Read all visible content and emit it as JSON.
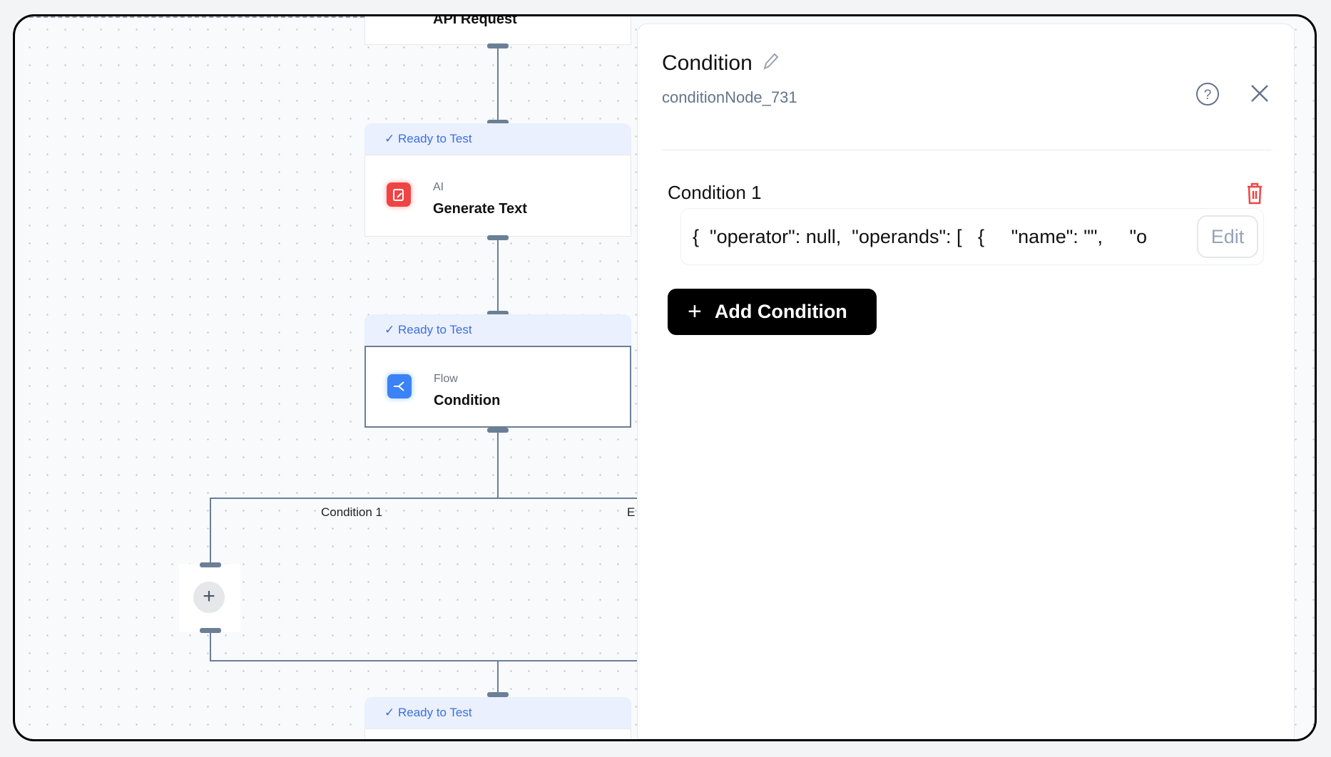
{
  "canvas": {
    "nodes": [
      {
        "category": "",
        "name": "API Request"
      },
      {
        "status": "Ready to Test",
        "category": "AI",
        "name": "Generate Text",
        "icon": "ai-text-icon",
        "color": "#ef4444"
      },
      {
        "status": "Ready to Test",
        "category": "Flow",
        "name": "Condition",
        "icon": "branch-icon",
        "color": "#3b82f6"
      },
      {
        "status": "Ready to Test"
      }
    ],
    "branches": [
      "Condition 1",
      "E"
    ],
    "add_step": "+"
  },
  "panel": {
    "title": "Condition",
    "node_id": "conditionNode_731",
    "conditions": [
      {
        "label": "Condition 1",
        "value": "{  \"operator\": null,  \"operands\": [   {     \"name\": \"\",     \"o",
        "edit": "Edit"
      }
    ],
    "add_label": "Add Condition"
  }
}
